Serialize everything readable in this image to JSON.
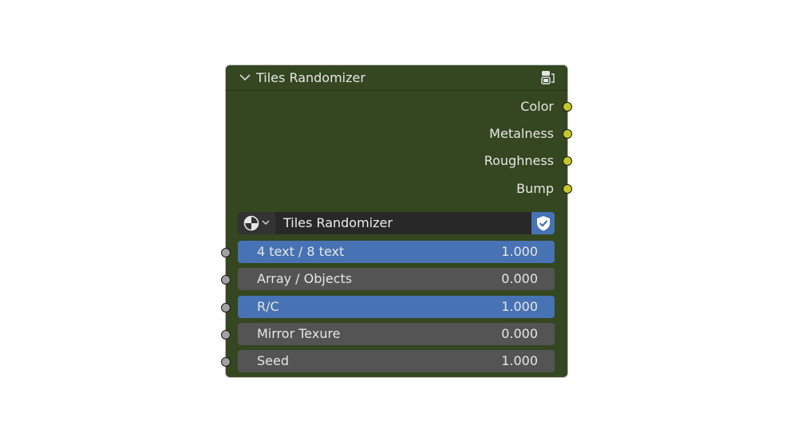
{
  "node": {
    "title": "Tiles Randomizer",
    "header_color": "#344720",
    "outputs": [
      {
        "label": "Color",
        "socket_color": "#c7c729"
      },
      {
        "label": "Metalness",
        "socket_color": "#c7c729"
      },
      {
        "label": "Roughness",
        "socket_color": "#c7c729"
      },
      {
        "label": "Bump",
        "socket_color": "#c7c729"
      }
    ],
    "datablock": {
      "type_icon": "node-tree-icon",
      "name": "Tiles Randomizer",
      "fake_user_icon": "shield-check-icon"
    },
    "inputs": [
      {
        "label": "4 text / 8 text",
        "value": "1.000",
        "active": true
      },
      {
        "label": "Array / Objects",
        "value": "0.000",
        "active": false
      },
      {
        "label": "R/C",
        "value": "1.000",
        "active": true
      },
      {
        "label": "Mirror Texure",
        "value": "0.000",
        "active": false
      },
      {
        "label": "Seed",
        "value": "1.000",
        "active": false
      }
    ]
  },
  "colors": {
    "active_field": "#4772b3",
    "inactive_field": "#545454",
    "input_socket": "#a1a1a1",
    "output_socket": "#c7c729"
  }
}
